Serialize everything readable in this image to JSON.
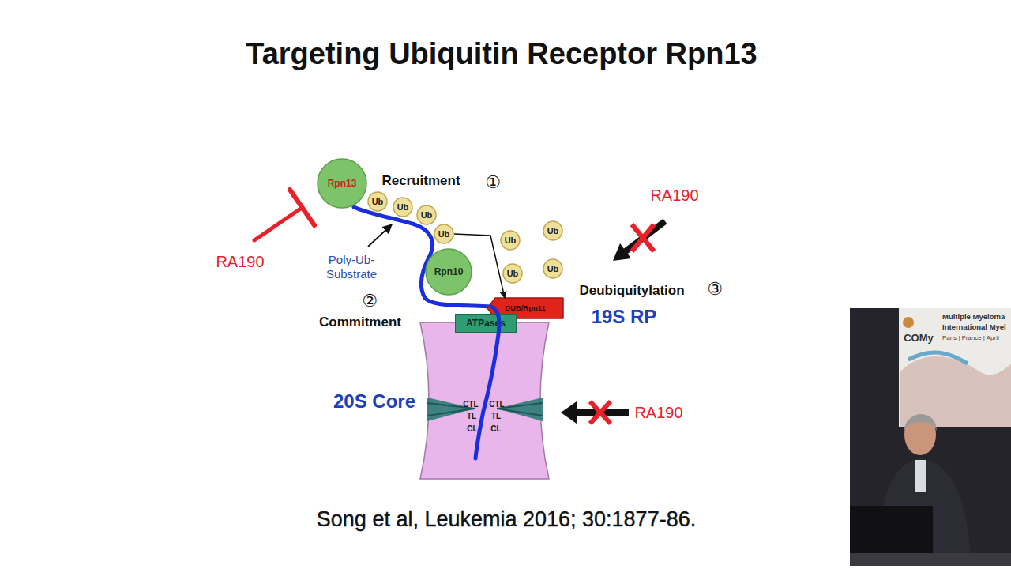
{
  "diagram": {
    "title": "Targeting Ubiquitin Receptor Rpn13",
    "caption": "Song et al, Leukemia 2016; 30:1877-86.",
    "nodes": [
      {
        "text": [
          "Rpn13"
        ]
      },
      {
        "text": [
          "Ub"
        ]
      },
      {
        "text": [
          "Ub"
        ]
      },
      {
        "text": [
          "Ub"
        ]
      },
      {
        "text": [
          "Ub"
        ]
      },
      {
        "text": [
          "Ub"
        ]
      },
      {
        "text": [
          "Ub"
        ]
      },
      {
        "text": [
          "Ub"
        ]
      },
      {
        "text": [
          "Ub"
        ]
      },
      {
        "text": [
          "Rpn10"
        ]
      },
      {
        "text": [
          "DUB/Rpn11"
        ]
      },
      {
        "text": [
          "ATPases"
        ]
      },
      {
        "text": [
          "20S Core"
        ]
      }
    ],
    "edges": [
      {
        "from": 4,
        "to": 10,
        "arrow": "to"
      }
    ],
    "labels": [
      "Recruitment",
      "①",
      "RA190",
      "Poly-Ub- Substrate",
      "②",
      "Commitment",
      "RA190",
      "Deubiquitylation",
      "③",
      "19S RP",
      "RA190",
      "CTL",
      "CTL",
      "TL",
      "TL",
      "CL",
      "CL",
      "Multiple Myeloma",
      "International Myel",
      "COMy",
      "Paris | France | April"
    ]
  }
}
